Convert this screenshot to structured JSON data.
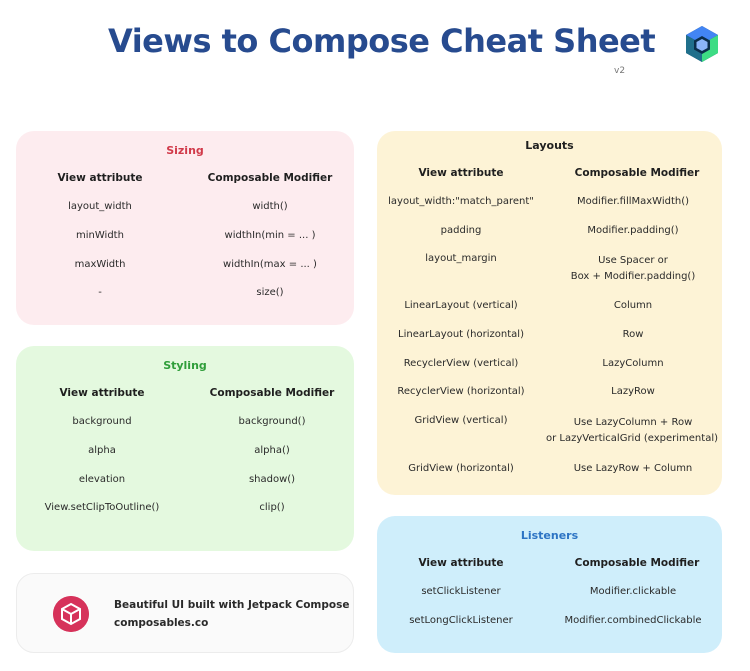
{
  "header": {
    "title": "Views to Compose Cheat Sheet",
    "version": "v2",
    "logo_icon": "jetpack-compose-logo-icon"
  },
  "colors": {
    "title": "#274b8f",
    "sizing_bg": "#fdecef",
    "sizing_title": "#d13a4a",
    "styling_bg": "#e4f9df",
    "styling_title": "#2f9e3a",
    "layouts_bg": "#fdf3d6",
    "listeners_bg": "#cfeefb",
    "listeners_title": "#2d74c4"
  },
  "sizing": {
    "title": "Sizing",
    "col_view": "View attribute",
    "col_compose": "Composable Modifier",
    "rows": [
      {
        "view": "layout_width",
        "compose": "width()"
      },
      {
        "view": "minWidth",
        "compose": "widthIn(min = ... )"
      },
      {
        "view": "maxWidth",
        "compose": "widthIn(max = ... )"
      },
      {
        "view": "-",
        "compose": "size()"
      }
    ]
  },
  "styling": {
    "title": "Styling",
    "col_view": "View attribute",
    "col_compose": "Composable Modifier",
    "rows": [
      {
        "view": "background",
        "compose": "background()"
      },
      {
        "view": "alpha",
        "compose": "alpha()"
      },
      {
        "view": "elevation",
        "compose": "shadow()"
      },
      {
        "view": "View.setClipToOutline()",
        "compose": "clip()"
      }
    ]
  },
  "layouts": {
    "title": "Layouts",
    "col_view": "View attribute",
    "col_compose": "Composable Modifier",
    "rows": [
      {
        "view": "layout_width:\"match_parent\"",
        "compose": "Modifier.fillMaxWidth()"
      },
      {
        "view": "padding",
        "compose": "Modifier.padding()"
      },
      {
        "view": "layout_margin",
        "compose": "Use Spacer or",
        "compose2": "Box + Modifier.padding()"
      },
      {
        "view": "LinearLayout (vertical)",
        "compose": "Column"
      },
      {
        "view": "LinearLayout (horizontal)",
        "compose": "Row"
      },
      {
        "view": "RecyclerView (vertical)",
        "compose": "LazyColumn"
      },
      {
        "view": "RecyclerView (horizontal)",
        "compose": "LazyRow"
      },
      {
        "view": "GridView (vertical)",
        "compose": "Use LazyColumn + Row",
        "compose2": "or LazyVerticalGrid (experimental)"
      },
      {
        "view": "GridView (horizontal)",
        "compose": "Use LazyRow + Column"
      }
    ]
  },
  "listeners": {
    "title": "Listeners",
    "col_view": "View attribute",
    "col_compose": "Composable Modifier",
    "rows": [
      {
        "view": "setClickListener",
        "compose": "Modifier.clickable"
      },
      {
        "view": "setLongClickListener",
        "compose": "Modifier.combinedClickable"
      }
    ]
  },
  "promo": {
    "line1": "Beautiful UI built with Jetpack Compose",
    "line2": "composables.co",
    "logo_icon": "composables-logo-icon"
  }
}
